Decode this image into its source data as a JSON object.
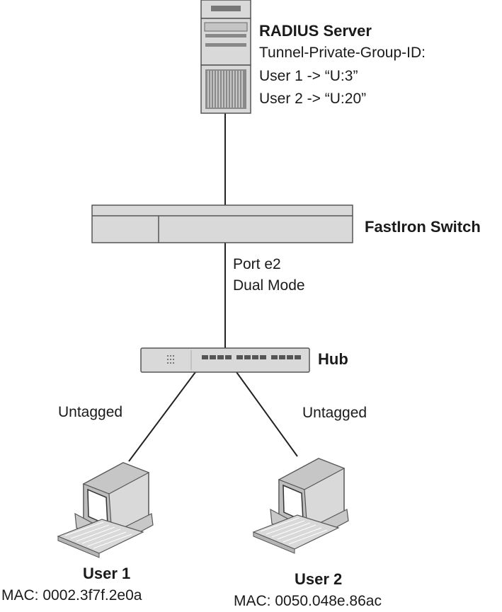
{
  "radius": {
    "title": "RADIUS Server",
    "attribute": "Tunnel-Private-Group-ID:",
    "user1_mapping": "User 1 -> “U:3”",
    "user2_mapping": "User 2 -> “U:20”"
  },
  "switch": {
    "title": "FastIron Switch",
    "port": "Port e2",
    "mode": "Dual Mode"
  },
  "hub": {
    "title": "Hub"
  },
  "links": {
    "left": "Untagged",
    "right": "Untagged"
  },
  "user1": {
    "name": "User 1",
    "mac": "MAC: 0002.3f7f.2e0a"
  },
  "user2": {
    "name": "User 2",
    "mac": "MAC: 0050.048e.86ac"
  },
  "colors": {
    "device_fill": "#d9d9d9",
    "device_dark": "#a8a8a8",
    "outline": "#555555",
    "line": "#222222"
  }
}
